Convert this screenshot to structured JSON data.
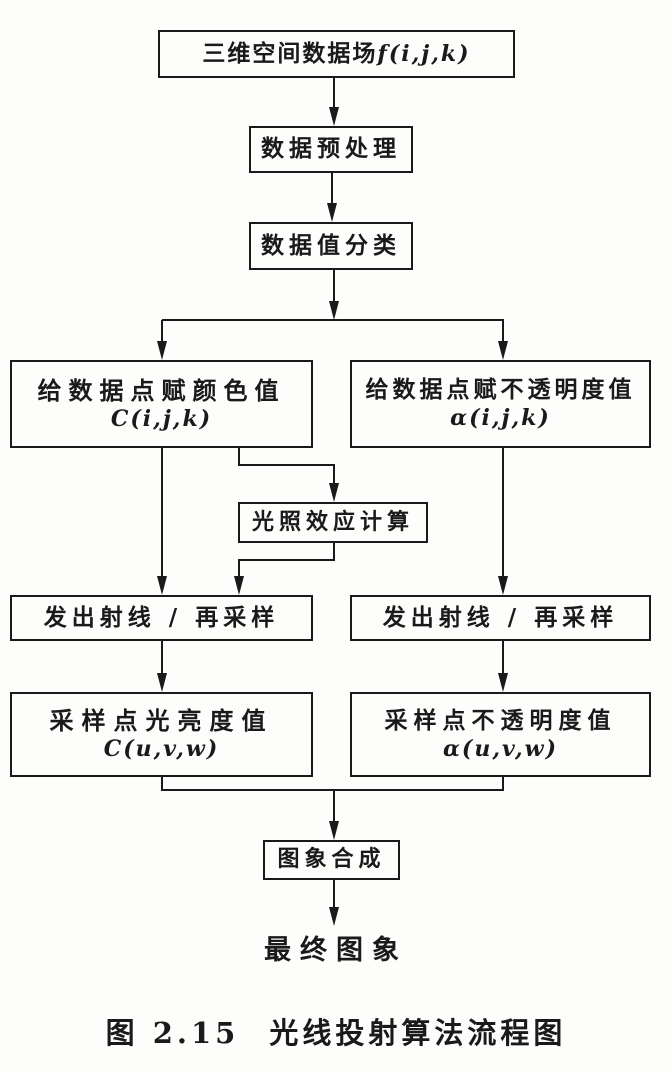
{
  "figure": {
    "ink_color": "#1a1a1a",
    "background_color": "#fdfdfc"
  },
  "nodes": {
    "data_field": {
      "text": "三维空间数据场",
      "formula": "f(i,j,k)"
    },
    "preprocess": {
      "text": "数据预处理"
    },
    "classify": {
      "text": "数据值分类"
    },
    "assign_color": {
      "text": "给数据点赋颜色值",
      "formula": "C(i,j,k)"
    },
    "assign_opacity": {
      "text": "给数据点赋不透明度值",
      "formula": "α(i,j,k)"
    },
    "shading": {
      "text": "光照效应计算"
    },
    "cast_resample_left": {
      "text": "发出射线 / 再采样"
    },
    "cast_resample_right": {
      "text": "发出射线 / 再采样"
    },
    "sample_brightness": {
      "text": "采样点光亮度值",
      "formula": "C(u,v,w)"
    },
    "sample_opacity": {
      "text": "采样点不透明度值",
      "formula": "α(u,v,w)"
    },
    "compose": {
      "text": "图象合成"
    },
    "final_image": {
      "text": "最终图象"
    }
  },
  "caption": {
    "prefix": "图 2.15",
    "title": "光线投射算法流程图"
  }
}
